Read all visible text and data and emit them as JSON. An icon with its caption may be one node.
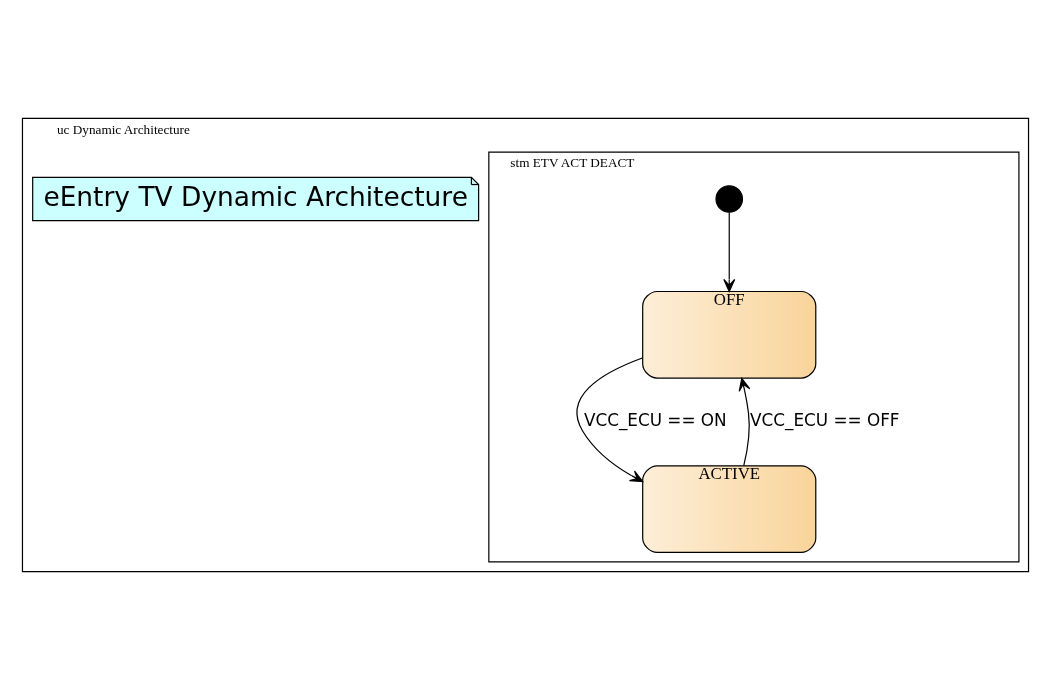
{
  "diagram": {
    "nodes": [
      {
        "text": [
          "uc Dynamic Architecture"
        ]
      },
      {
        "text": [
          "eEntry TV Dynamic Architecture"
        ],
        "in": 0
      },
      {
        "text": [
          "stm ETV ACT DEACT"
        ],
        "in": 0
      },
      {
        "text": [],
        "shape": "circle",
        "in": 2
      },
      {
        "text": [
          "OFF"
        ],
        "in": 2
      },
      {
        "text": [
          "ACTIVE"
        ],
        "in": 2
      }
    ],
    "edges": [
      {
        "from": 3,
        "to": 4,
        "arrow": "to"
      },
      {
        "from": 4,
        "to": 5,
        "arrow": "to",
        "label": "VCC_ECU == ON"
      },
      {
        "from": 5,
        "to": 4,
        "arrow": "to",
        "label": "VCC_ECU == OFF"
      }
    ]
  }
}
